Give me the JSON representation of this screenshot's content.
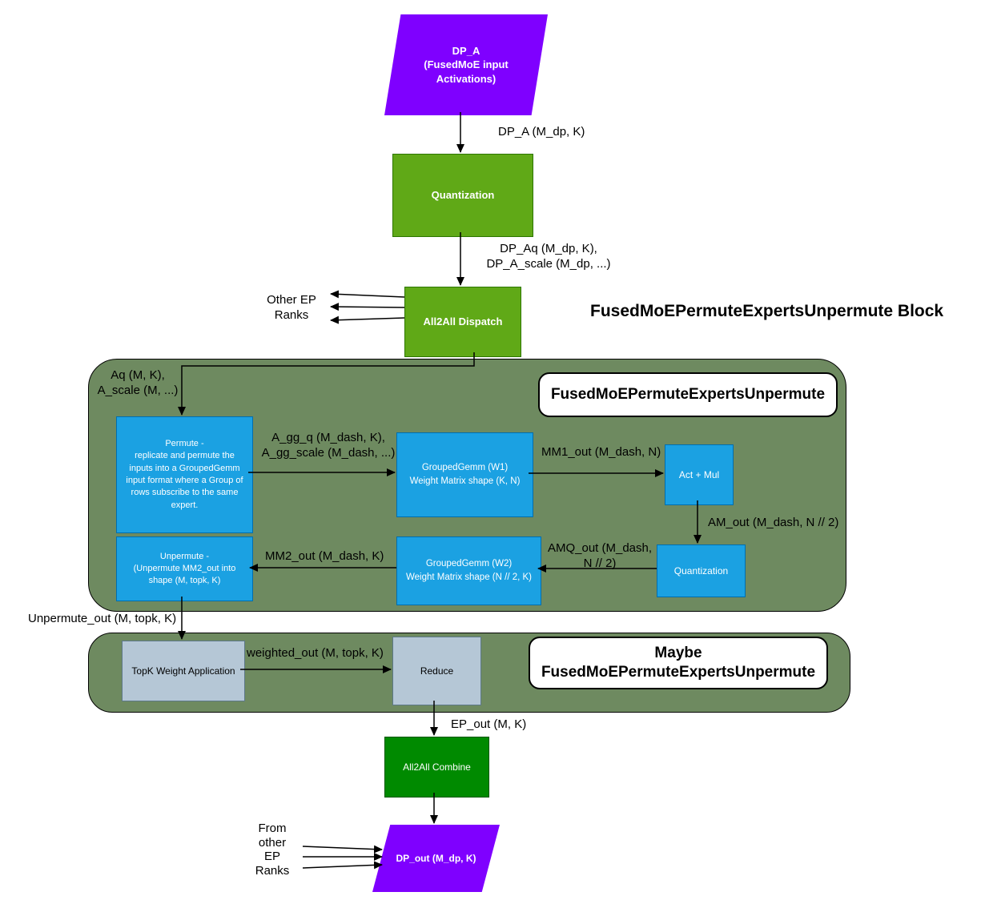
{
  "title": "FusedMoEPermuteExpertsUnpermute Block",
  "colors": {
    "purple": "#7f00ff",
    "green": "#60a917",
    "green_border": "#2d7600",
    "sage": "#6e8a60",
    "blue": "#1ba1e2",
    "blue_border": "#006eaf",
    "steel": "#b5c7d6",
    "steel_border": "#5d7889",
    "dark_green": "#008a00",
    "dark_green_border": "#005700"
  },
  "nodes": {
    "dp_a": "DP_A\n(FusedMoE input\nActivations)",
    "quantization_top": "Quantization",
    "all2all_dispatch": "All2All Dispatch",
    "permute": "Permute -\nreplicate and permute the\ninputs into a GroupedGemm\ninput format where a Group of\nrows subscribe to the same\nexpert.",
    "grouped_gemm_w1": "GroupedGemm (W1)\nWeight Matrix shape (K, N)",
    "act_mul": "Act + Mul",
    "quantization_inner": "Quantization",
    "grouped_gemm_w2": "GroupedGemm (W2)\nWeight Matrix shape (N // 2, K)",
    "unpermute": "Unpermute -\n(Unpermute MM2_out into\nshape (M, topk, K)",
    "topk_weight_application": "TopK Weight Application",
    "reduce": "Reduce",
    "all2all_combine": "All2All Combine",
    "dp_out": "DP_out (M_dp, K)"
  },
  "containers": {
    "fused_block": "FusedMoEPermuteExpertsUnpermute",
    "maybe_block": "Maybe\nFusedMoEPermuteExpertsUnpermute"
  },
  "edge_labels": {
    "dp_a_out": "DP_A (M_dp, K)",
    "dp_aq_out": "DP_Aq (M_dp, K),\nDP_A_scale (M_dp, ...)",
    "other_ep_ranks": "Other EP\nRanks",
    "aq_in": "Aq (M, K),\nA_scale (M, ...)",
    "a_gg_out": "A_gg_q (M_dash, K),\nA_gg_scale (M_dash, ...)",
    "mm1_out": "MM1_out (M_dash, N)",
    "am_out": "AM_out (M_dash, N // 2)",
    "amq_out": "AMQ_out (M_dash,\nN // 2)",
    "mm2_out": "MM2_out (M_dash, K)",
    "unpermute_out": "Unpermute_out (M, topk, K)",
    "weighted_out": "weighted_out (M, topk, K)",
    "ep_out": "EP_out (M, K)",
    "from_other_ep_ranks": "From\nother\nEP\nRanks"
  }
}
